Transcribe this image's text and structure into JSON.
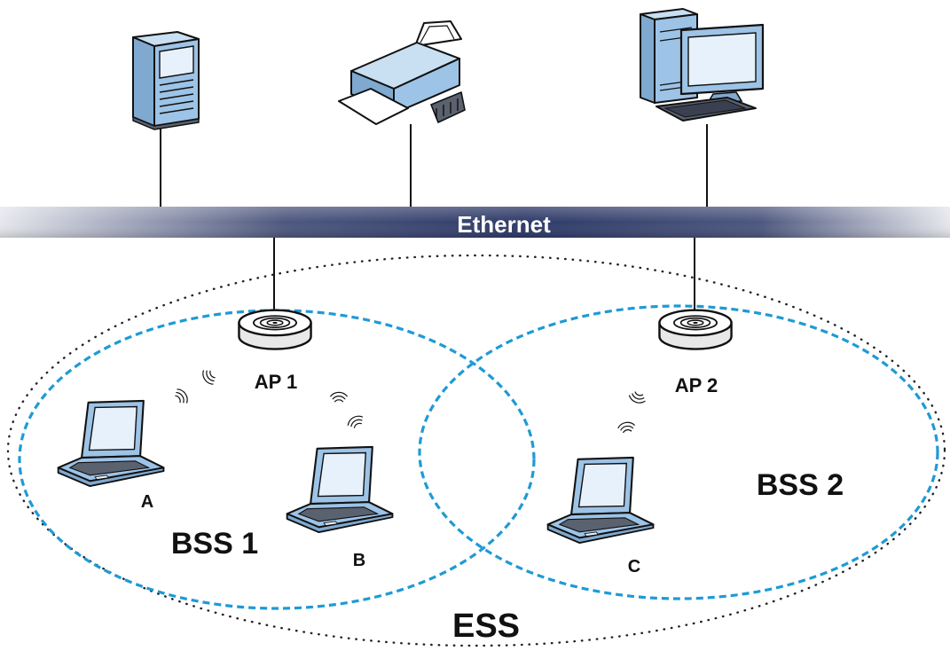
{
  "network": {
    "backbone_label": "Ethernet",
    "extended_set_label": "ESS",
    "bss": [
      {
        "label": "BSS 1",
        "access_point": "AP 1",
        "clients": [
          "A",
          "B"
        ]
      },
      {
        "label": "BSS 2",
        "access_point": "AP 2",
        "clients": [
          "C"
        ]
      }
    ],
    "wired_devices": [
      "server",
      "printer",
      "desktop-computer"
    ]
  },
  "colors": {
    "ethernet_band": "#2e3a68",
    "bss_boundary": "#1e9ad6",
    "device_blue": "#9dc3e6",
    "screen_light": "#e6f1fb",
    "outline": "#111111"
  },
  "icons": {
    "server": "server-icon",
    "printer": "printer-icon",
    "desktop": "desktop-computer-icon",
    "access_point": "access-point-icon",
    "laptop": "laptop-icon",
    "signal": "wireless-signal-icon"
  }
}
